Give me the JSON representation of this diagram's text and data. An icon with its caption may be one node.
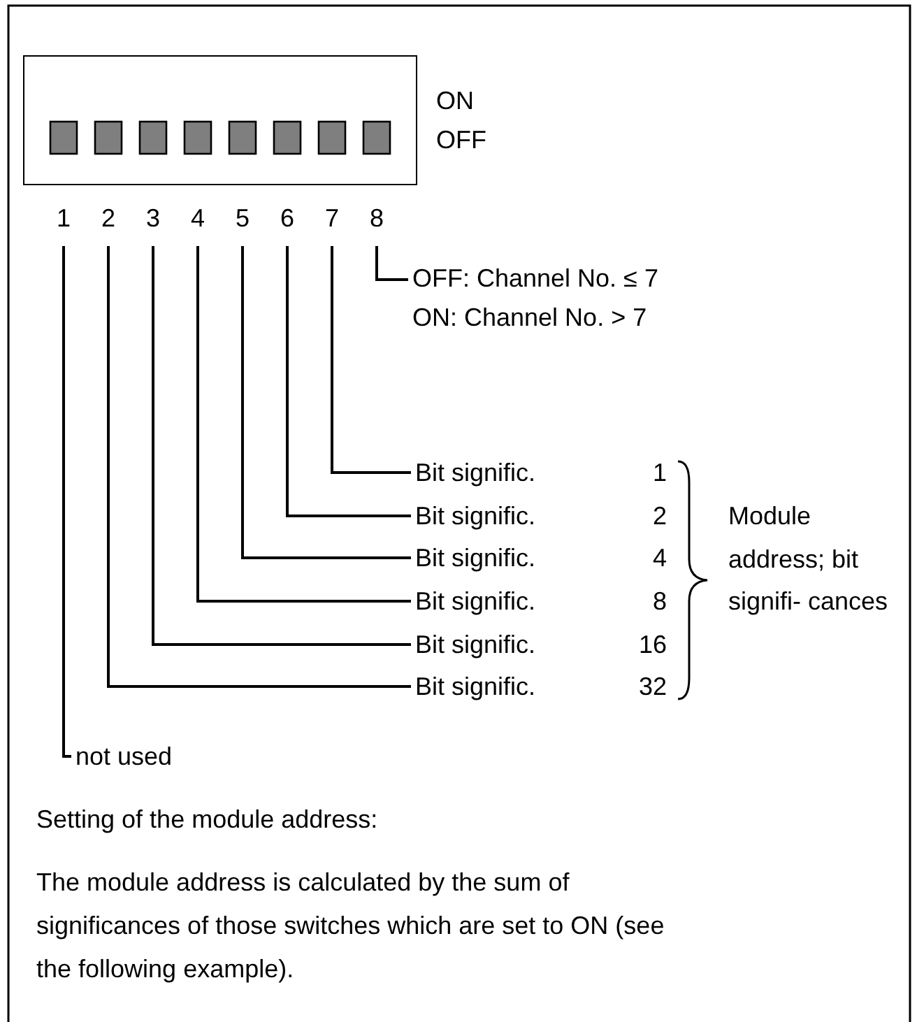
{
  "diagram": {
    "nodes": [
      {
        "text": [
          "1"
        ]
      },
      {
        "text": [
          "2"
        ]
      },
      {
        "text": [
          "3"
        ]
      },
      {
        "text": [
          "4"
        ]
      },
      {
        "text": [
          "5"
        ]
      },
      {
        "text": [
          "6"
        ]
      },
      {
        "text": [
          "7"
        ]
      },
      {
        "text": [
          "8"
        ]
      },
      {
        "text": [
          "OFF: Channel No. ≤ 7",
          "ON: Channel No. > 7"
        ]
      },
      {
        "text": [
          "Bit signific.",
          "1"
        ]
      },
      {
        "text": [
          "Bit signific.",
          "2"
        ]
      },
      {
        "text": [
          "Bit signific.",
          "4"
        ]
      },
      {
        "text": [
          "Bit signific.",
          "8"
        ]
      },
      {
        "text": [
          "Bit signific.",
          "16"
        ]
      },
      {
        "text": [
          "Bit signific.",
          "32"
        ]
      },
      {
        "text": [
          "not used"
        ]
      }
    ],
    "edges": [
      {
        "from": 7,
        "to": 8,
        "arrow": "none"
      },
      {
        "from": 6,
        "to": 9,
        "arrow": "none"
      },
      {
        "from": 5,
        "to": 10,
        "arrow": "none"
      },
      {
        "from": 4,
        "to": 11,
        "arrow": "none"
      },
      {
        "from": 3,
        "to": 12,
        "arrow": "none"
      },
      {
        "from": 2,
        "to": 13,
        "arrow": "none"
      },
      {
        "from": 1,
        "to": 14,
        "arrow": "none"
      },
      {
        "from": 0,
        "to": 15,
        "arrow": "none"
      }
    ],
    "labels": [
      "ON",
      "OFF",
      "Module address; bit signifi- cances",
      "Setting of the module address:",
      "The module address is calculated by the sum of significances of those switches which are set to ON (see the following example)."
    ]
  }
}
